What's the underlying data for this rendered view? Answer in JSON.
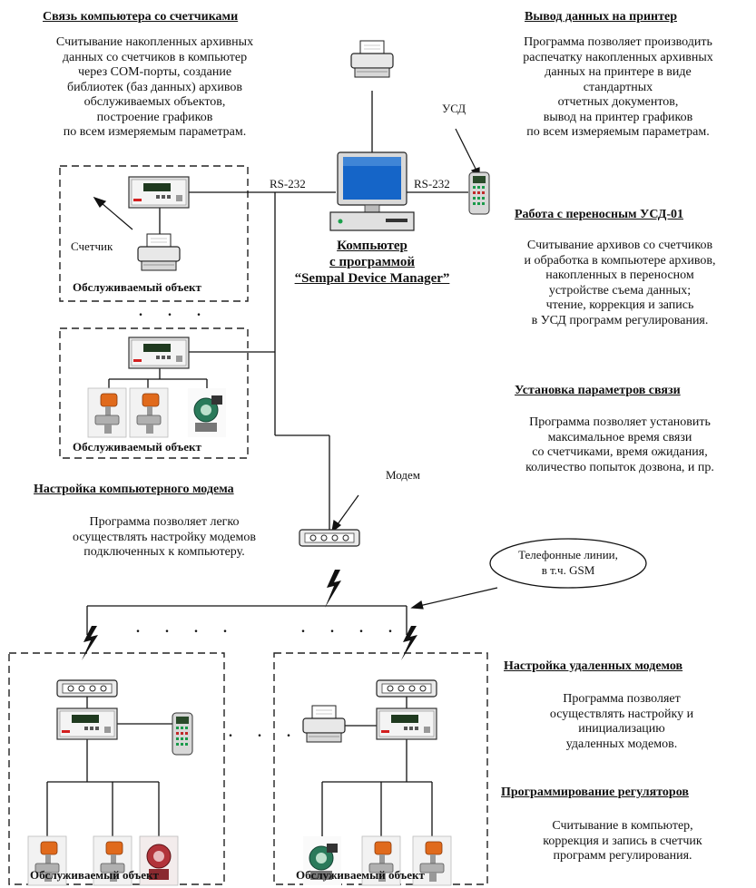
{
  "sections": {
    "meters_link": {
      "title": "Связь компьютера со счетчиками",
      "lines": [
        "Считывание накопленных архивных",
        "данных со счетчиков в компьютер",
        "через COM-порты,  создание",
        "библиотек (баз данных) архивов",
        "обслуживаемых объектов,",
        "построение графиков",
        "по всем измеряемым параметрам."
      ]
    },
    "printer_output": {
      "title": "Вывод данных на принтер",
      "lines": [
        "Программа позволяет производить",
        "распечатку накопленных архивных",
        "данных на принтере в виде",
        "стандартных",
        "отчетных документов,",
        "вывод на принтер графиков",
        "по всем измеряемым параметрам."
      ]
    },
    "portable_usd": {
      "title": "Работа с переносным УСД-01",
      "lines": [
        "Считывание архивов со счетчиков",
        "и обработка в компьютере архивов,",
        "накопленных в переносном",
        "устройстве съема данных;",
        "чтение, коррекция и запись",
        "в УСД программ регулирования."
      ]
    },
    "link_params": {
      "title": "Установка параметров связи",
      "lines": [
        "Программа позволяет установить",
        "максимальное время связи",
        "со счетчиками, время ожидания,",
        "количество попыток дозвона, и пр."
      ]
    },
    "modem_setup": {
      "title": "Настройка компьютерного модема",
      "lines": [
        "Программа позволяет легко",
        "осуществлять настройку модемов",
        "подключенных к компьютеру."
      ]
    },
    "remote_modems": {
      "title": "Настройка удаленных модемов",
      "lines": [
        "Программа позволяет",
        "осуществлять настройку и",
        "инициализацию",
        "удаленных модемов."
      ]
    },
    "regulators": {
      "title": "Программирование регуляторов",
      "lines": [
        "Считывание в компьютер,",
        "коррекция и запись в счетчик",
        "программ регулирования."
      ]
    }
  },
  "labels": {
    "usd": "УСД",
    "rs232_left": "RS-232",
    "rs232_right": "RS-232",
    "meter": "Счетчик",
    "modem": "Модем",
    "phone_lines": "Телефонные линии,",
    "phone_lines_2": "в т.ч. GSM",
    "computer_1": "Компьютер",
    "computer_2": "с программой",
    "computer_3": "“Sempal Device Manager”",
    "served_object": "Обслуживаемый объект",
    "dots": ". . . ."
  },
  "colors": {
    "line": "#000000",
    "valve_orange": "#e06a1c",
    "pump_green": "#2a7a5a",
    "pump_red": "#b2333a",
    "screen_blue": "#1565c8",
    "meter_display": "#1f3a1f"
  }
}
